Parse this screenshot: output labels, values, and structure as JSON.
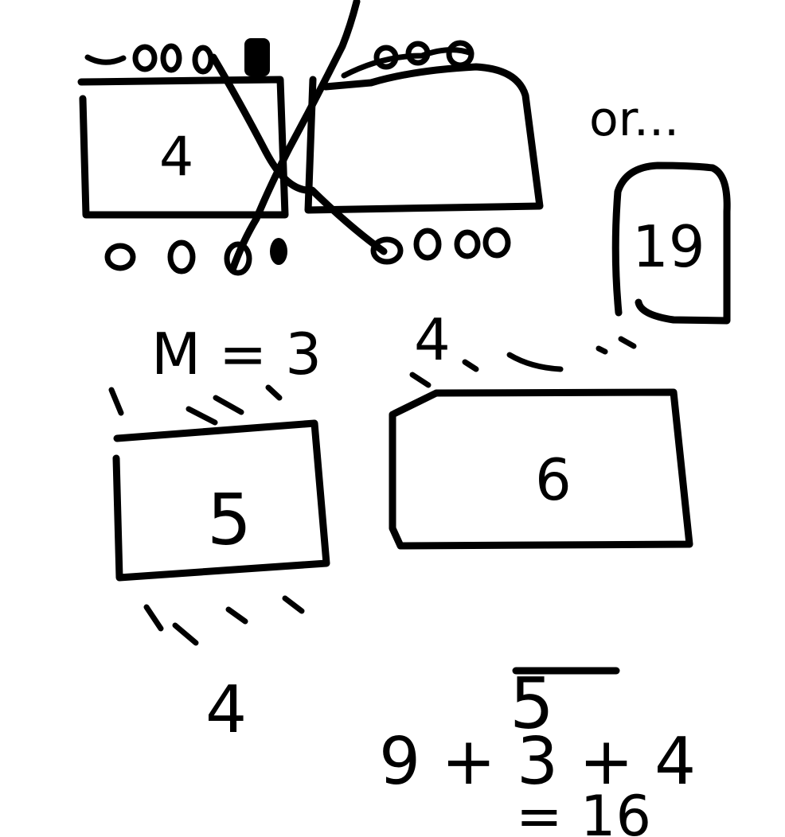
{
  "drawing": {
    "ink_color": "#000000",
    "background_color": "#ffffff",
    "labels": {
      "box_top_left": "4",
      "box_tall_right": "19",
      "m_label": "M = 3",
      "above_big_box": "4",
      "box_small": "5",
      "box_big": "6",
      "below_small_box": "4",
      "top_right_note": "or...",
      "equation_top": "5",
      "equation_main": "9 + 3 + 4",
      "equation_result": "= 16"
    }
  }
}
